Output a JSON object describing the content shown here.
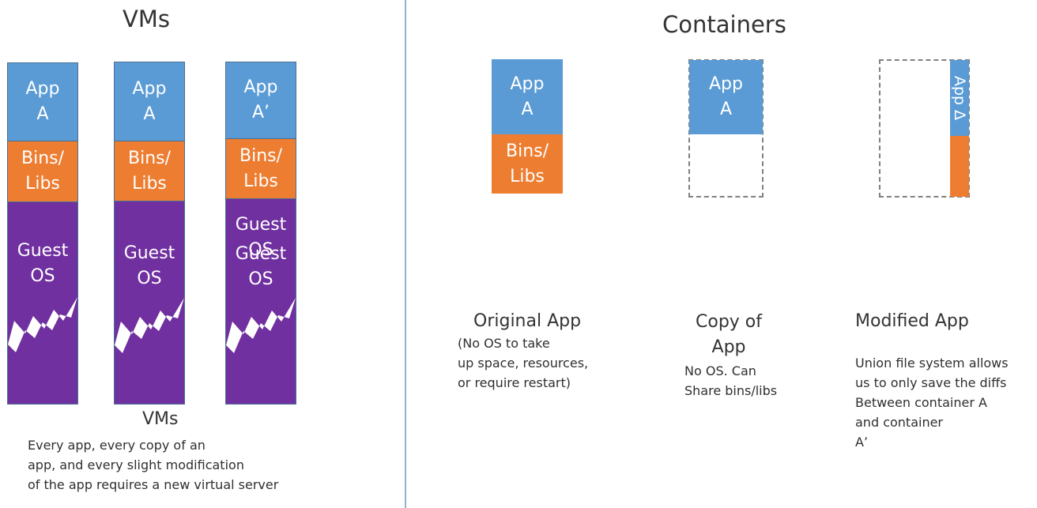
{
  "vms": {
    "title": "VMs",
    "columns": [
      {
        "app": "App\nA",
        "bins": "Bins/\nLibs",
        "guest": "Guest\nOS",
        "guest_overlap": ""
      },
      {
        "app": "App\nA",
        "bins": "Bins/\nLibs",
        "guest": "Guest\nOS",
        "guest_overlap": ""
      },
      {
        "app": "App\nA’",
        "bins": "Bins/\nLibs",
        "guest": "Guest\nOS",
        "guest_overlap": "Guest\nOS"
      }
    ],
    "caption": "VMs",
    "note": "Every app, every copy of an\napp, and every slight modification\nof the app requires a new virtual server"
  },
  "containers": {
    "title": "Containers",
    "original": {
      "app": "App\nA",
      "bins": "Bins/\nLibs",
      "caption": "Original App",
      "note": "(No OS to take\nup space, resources,\nor require restart)"
    },
    "copy": {
      "app": "App\nA",
      "caption": "Copy of\nApp",
      "note": "No OS. Can\nShare bins/libs"
    },
    "modified": {
      "app": "App Δ",
      "caption": "Modified App",
      "note": "Union file system allows\nus to only save the diffs\nBetween container A\nand container\nA’"
    }
  },
  "colors": {
    "app_blue": "#5a9bd5",
    "bins_orange": "#ed7d31",
    "guest_purple": "#7030a0",
    "divider": "#8fb3cf",
    "dashed_border": "#7f7f7f"
  }
}
